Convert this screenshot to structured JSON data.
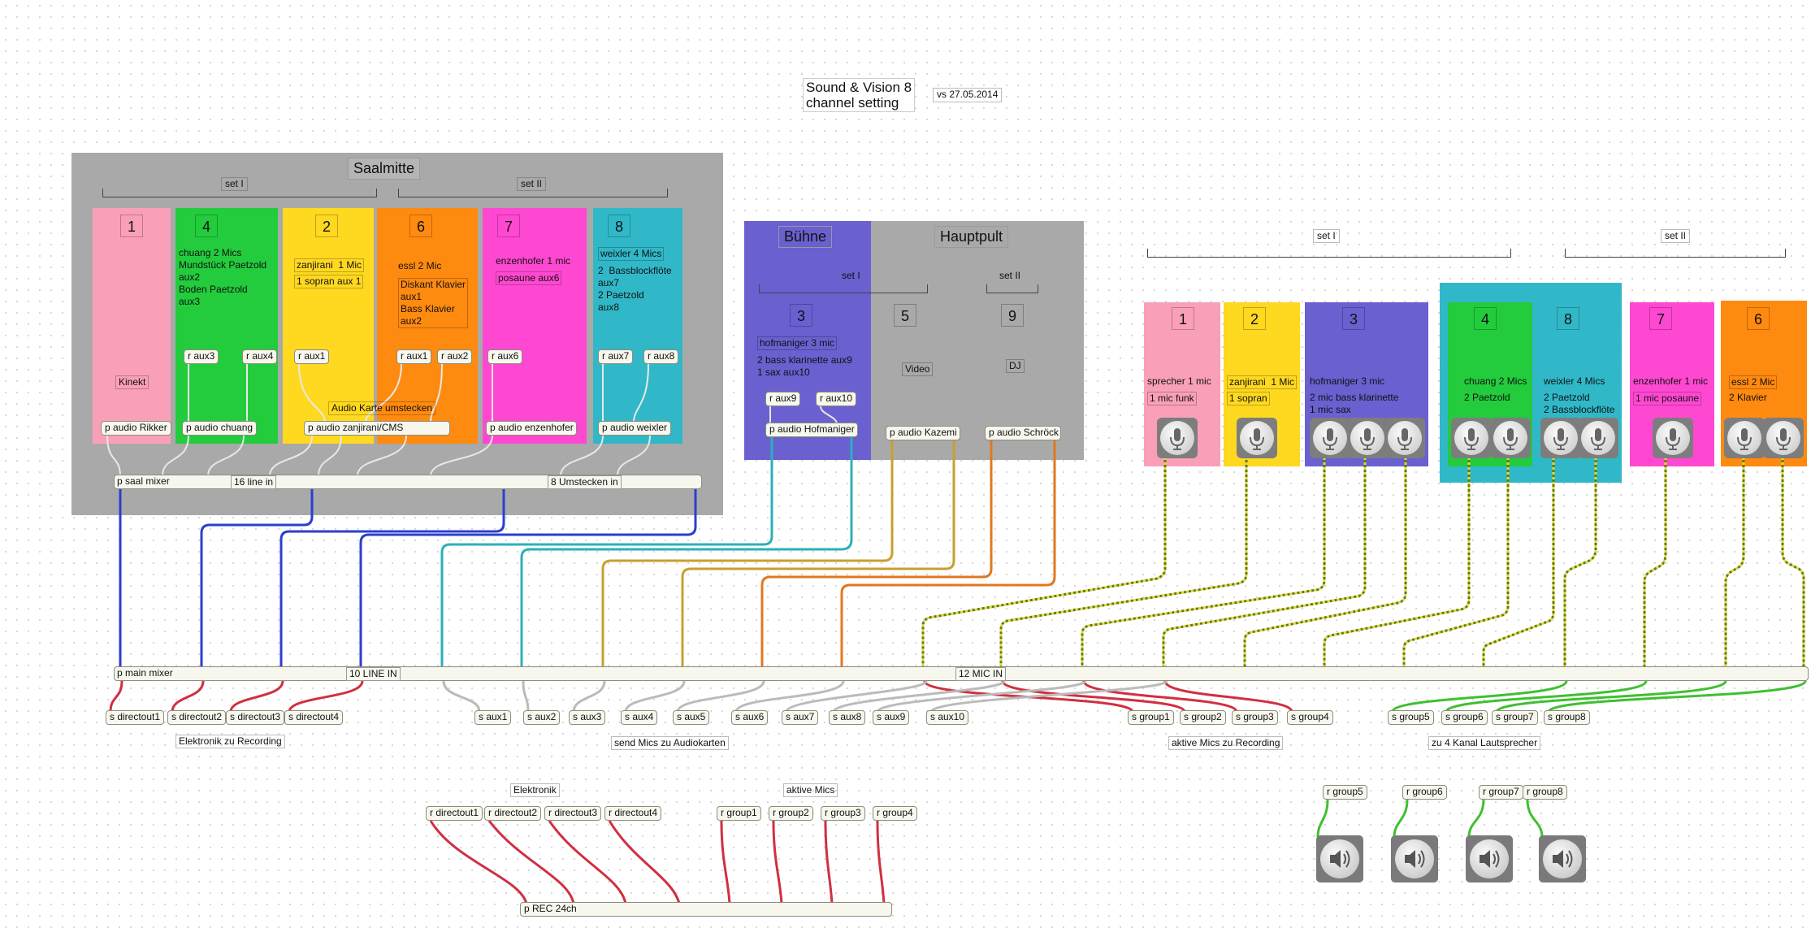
{
  "header": {
    "title": "Sound & Vision 8\nchannel setting",
    "version": "vs 27.05.2014"
  },
  "colors": {
    "grey": "#a9a9a9",
    "pink": "#f9a0b8",
    "green": "#22cc3c",
    "yellow": "#ffd820",
    "orange": "#ff8a10",
    "magenta": "#ff48d2",
    "cyan": "#30b8c8",
    "blue": "#6a60d0"
  },
  "saalmitte": {
    "title": "Saalmitte",
    "set1": "set I",
    "set2": "set II",
    "channels": [
      {
        "num": "1",
        "desc": "",
        "aux": [],
        "extra": "Kinekt",
        "audio": "p audio Rikker"
      },
      {
        "num": "4",
        "desc": "chuang 2 Mics\nMundstück Paetzold\naux2\nBoden Paetzold\naux3",
        "aux": [
          "r aux3",
          "r aux4"
        ],
        "audio": "p audio chuang"
      },
      {
        "num": "2",
        "desc": "zanjirani  1 Mic",
        "desc2": "1 sopran aux 1",
        "aux": [
          "r aux1"
        ],
        "audio": "p audio zanjirani/CMS"
      },
      {
        "num": "6",
        "desc": "essl 2 Mic",
        "desc2": "Diskant Klavier\naux1\nBass Klavier\naux2",
        "aux": [
          "r aux1",
          "r aux2"
        ],
        "audio": ""
      },
      {
        "num": "7",
        "desc": "enzenhofer 1 mic",
        "desc2": "posaune aux6",
        "aux": [
          "r aux6"
        ],
        "audio": "p audio enzenhofer"
      },
      {
        "num": "8",
        "desc": "weixler 4 Mics",
        "desc2": "2  Bassblockflöte\naux7\n2 Paetzold\naux8",
        "aux": [
          "r aux7",
          "r aux8"
        ],
        "audio": "p audio weixler"
      }
    ],
    "audio_karte": "Audio Karte umstecken",
    "mixer": {
      "label": "p saal mixer",
      "line_in": "16 line in",
      "umstecken": "8 Umstecken in"
    }
  },
  "buehne": {
    "title": "Bühne",
    "set1": "set I",
    "num": "3",
    "desc": "hofmaniger 3 mic",
    "desc2": "2 bass klarinette aux9\n1 sax aux10",
    "aux": [
      "r aux9",
      "r aux10"
    ],
    "audio": "p audio Hofmaniger"
  },
  "hauptpult": {
    "title": "Hauptpult",
    "set2": "set II",
    "channels": [
      {
        "num": "5",
        "label": "Video",
        "audio": "p audio Kazemi"
      },
      {
        "num": "9",
        "label": "DJ",
        "audio": "p audio Schröck"
      }
    ]
  },
  "mic_section": {
    "set1": "set I",
    "set2": "set II",
    "channels": [
      {
        "num": "1",
        "desc": "sprecher 1 mic",
        "desc2": "1 mic funk"
      },
      {
        "num": "2",
        "desc": "zanjirani  1 Mic",
        "desc2": "1 sopran"
      },
      {
        "num": "3",
        "desc": "hofmaniger 3 mic",
        "desc2": "2 mic bass klarinette\n1 mic sax"
      },
      {
        "num": "4",
        "desc": "chuang 2 Mics",
        "desc2": "2 Paetzold"
      },
      {
        "num": "8",
        "desc": "weixler 4 Mics",
        "desc2": "2 Paetzold\n2 Bassblockflöte"
      },
      {
        "num": "7",
        "desc": "enzenhofer 1 mic",
        "desc2": "1 mic posaune"
      },
      {
        "num": "6",
        "desc": "essl 2 Mic",
        "desc2": "2 Klavier"
      }
    ]
  },
  "main_mixer": {
    "label": "p main mixer",
    "line_in": "10 LINE IN",
    "mic_in": "12 MIC IN"
  },
  "sends": {
    "directouts": [
      "s directout1",
      "s directout2",
      "s directout3",
      "s directout4"
    ],
    "auxes": [
      "s aux1",
      "s aux2",
      "s aux3",
      "s aux4",
      "s aux5",
      "s aux6",
      "s aux7",
      "s aux8",
      "s aux9",
      "s aux10"
    ],
    "groups": [
      "s group1",
      "s group2",
      "s group3",
      "s group4",
      "s group5",
      "s group6",
      "s group7",
      "s group8"
    ]
  },
  "comments": {
    "elektronik_recording": "Elektronik zu Recording",
    "send_mics": "send Mics zu Audiokarten",
    "aktive_recording": "aktive Mics zu Recording",
    "lautsprecher": "zu 4 Kanal Lautsprecher",
    "elektronik": "Elektronik",
    "aktive_mics": "aktive Mics"
  },
  "receives": {
    "directouts": [
      "r directout1",
      "r directout2",
      "r directout3",
      "r directout4"
    ],
    "groups_rec": [
      "r group1",
      "r group2",
      "r group3",
      "r group4"
    ],
    "groups_spk": [
      "r group5",
      "r group6",
      "r group7",
      "r group8"
    ]
  },
  "rec": {
    "label": "p REC 24ch"
  },
  "icons": {
    "mic": "microphone-icon",
    "speaker": "speaker-icon"
  }
}
